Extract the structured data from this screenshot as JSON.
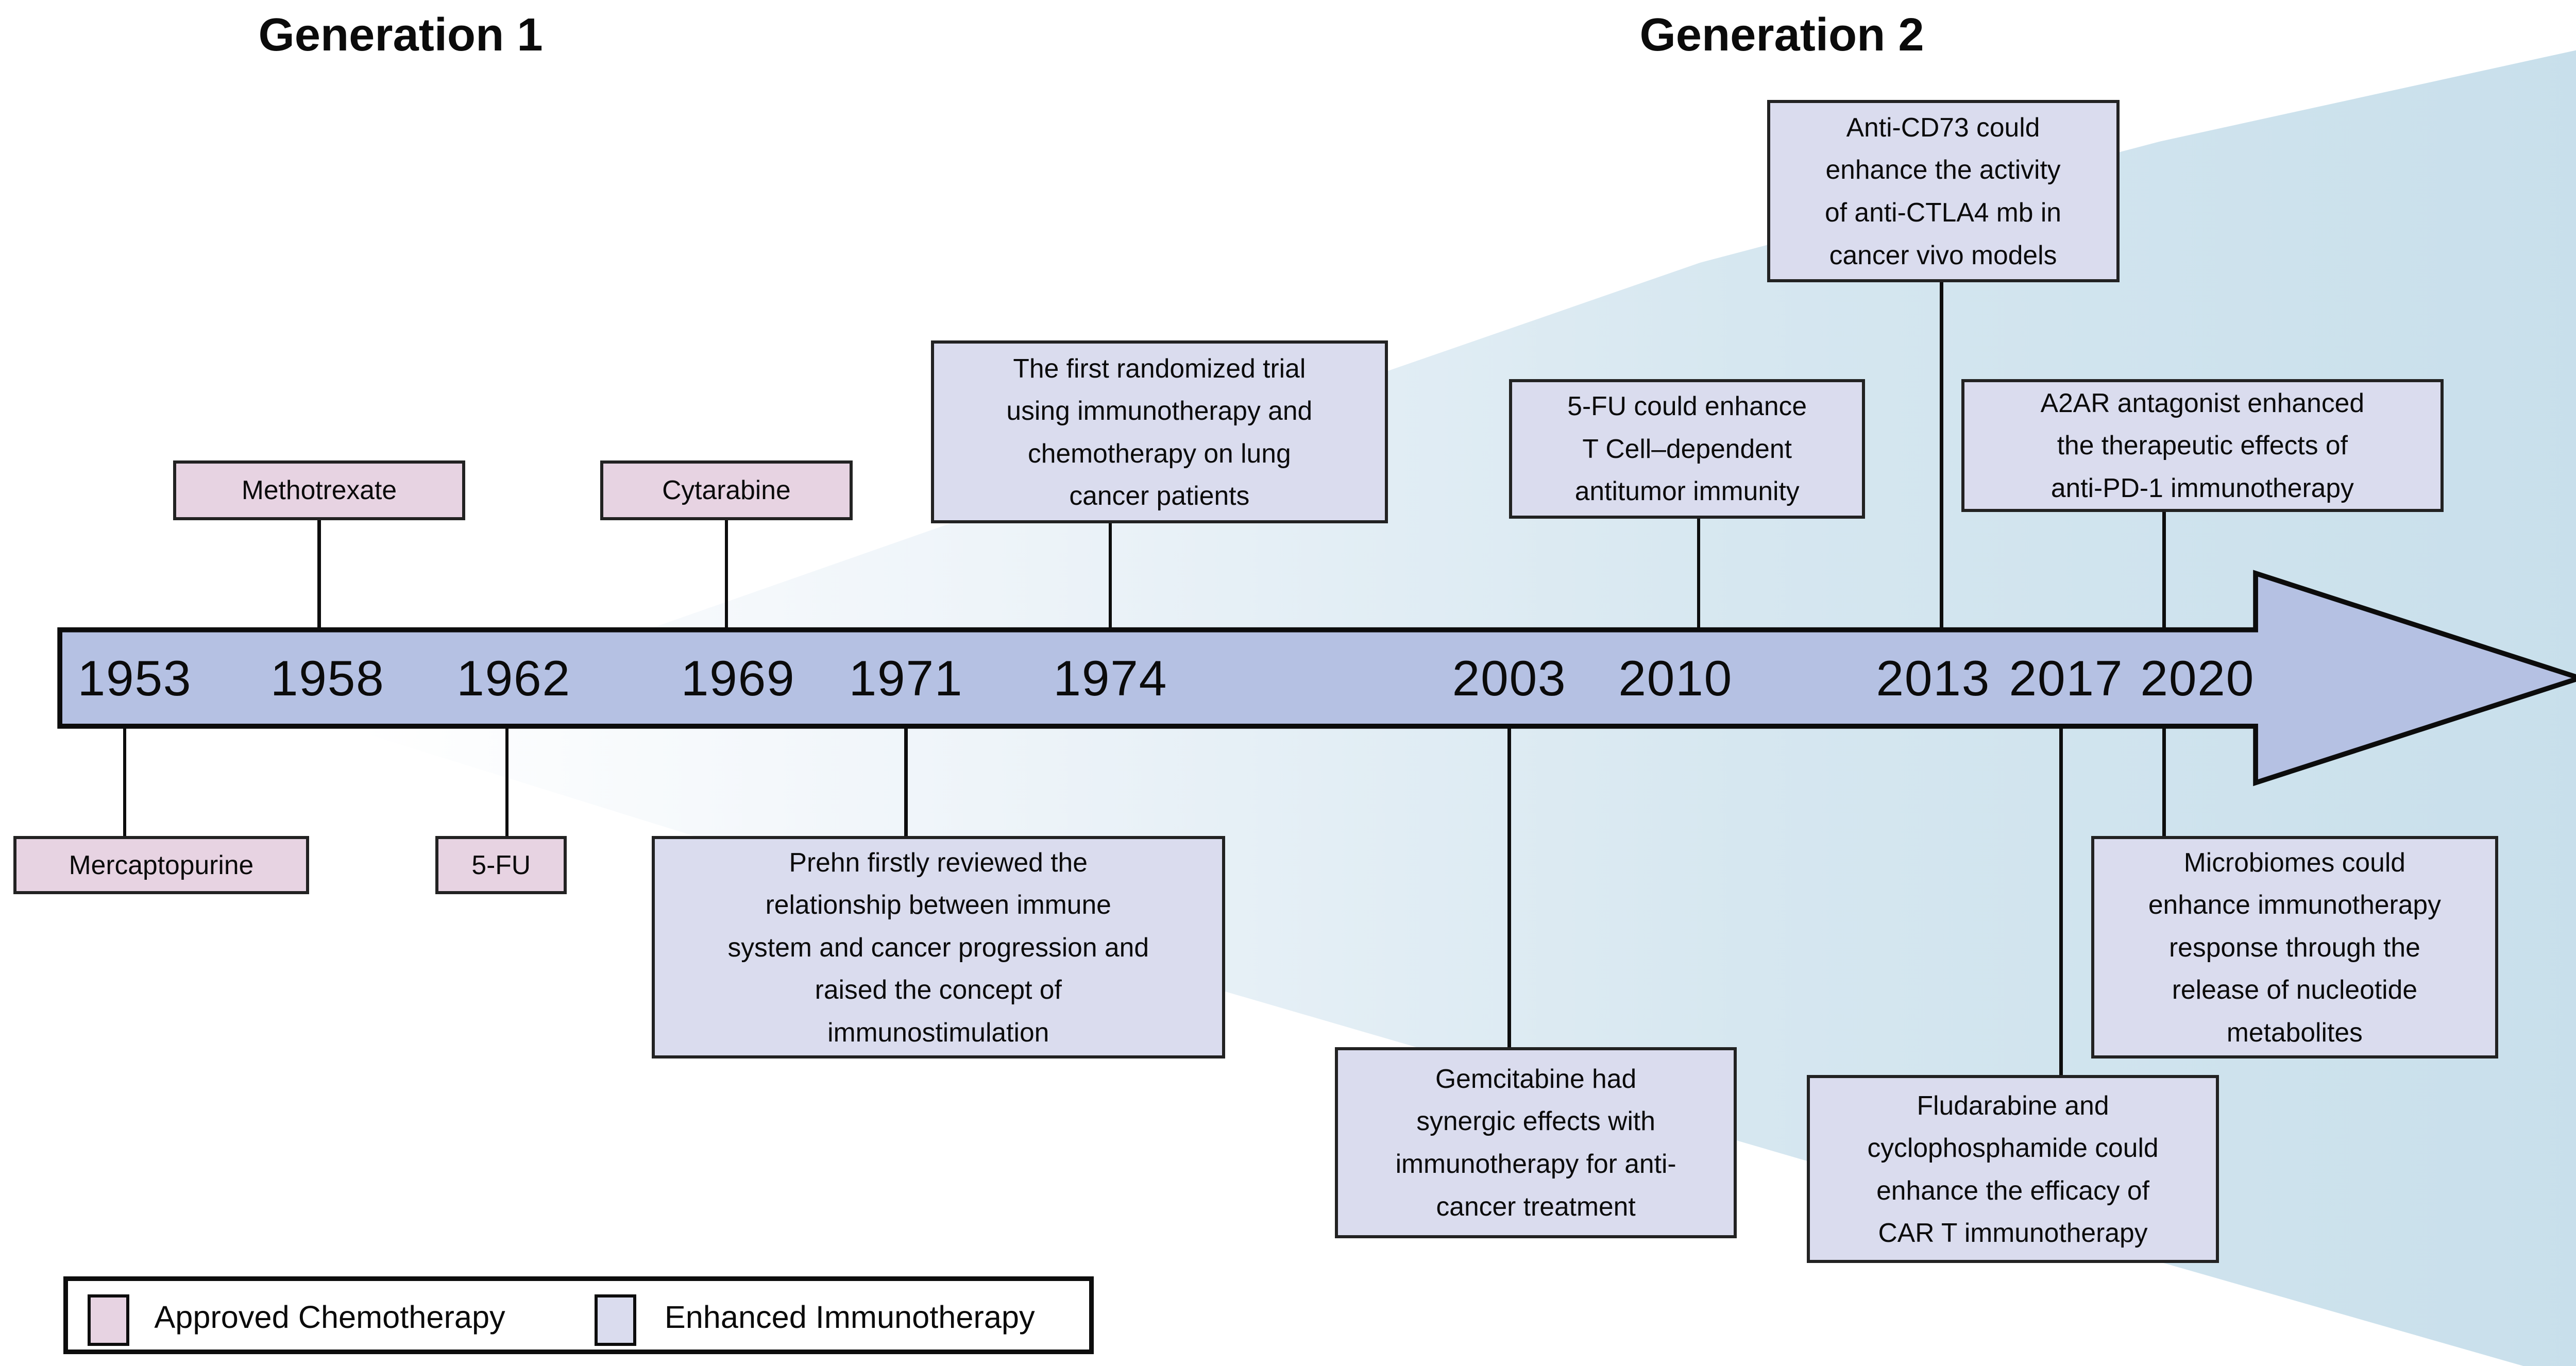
{
  "titles": {
    "generation1": "Generation 1",
    "generation2": "Generation 2"
  },
  "timeline": {
    "years": [
      "1953",
      "1958",
      "1962",
      "1969",
      "1971",
      "1974",
      "2003",
      "2010",
      "2013",
      "2017",
      "2020"
    ]
  },
  "events": {
    "mercaptopurine": {
      "year": "1953",
      "category": "Approved Chemotherapy",
      "label": "Mercaptopurine"
    },
    "methotrexate": {
      "year": "1958",
      "category": "Approved Chemotherapy",
      "label": "Methotrexate"
    },
    "fu_1962": {
      "year": "1962",
      "category": "Approved Chemotherapy",
      "label": "5-FU"
    },
    "cytarabine": {
      "year": "1969",
      "category": "Approved Chemotherapy",
      "label": "Cytarabine"
    },
    "prehn_1971": {
      "year": "1971",
      "category": "Enhanced Immunotherapy",
      "label": "Prehn firstly reviewed the\nrelationship between immune\nsystem and cancer progression and\nraised the concept of\nimmunostimulation"
    },
    "trial_1974": {
      "year": "1974",
      "category": "Enhanced Immunotherapy",
      "label": "The first randomized trial\nusing immunotherapy and\nchemotherapy on lung\ncancer patients"
    },
    "gemcitabine_2003": {
      "year": "2003",
      "category": "Enhanced Immunotherapy",
      "label": "Gemcitabine had\nsynergic effects with\nimmunotherapy for anti-\ncancer treatment"
    },
    "fu_2010": {
      "year": "2010",
      "category": "Enhanced Immunotherapy",
      "label": "5-FU could enhance\nT Cell–dependent\nantitumor immunity"
    },
    "anti_cd73_2013": {
      "year": "2013",
      "category": "Enhanced Immunotherapy",
      "label": "Anti-CD73 could\nenhance the activity\nof anti-CTLA4 mb in\ncancer vivo models"
    },
    "fludarabine_2017": {
      "year": "2017",
      "category": "Enhanced Immunotherapy",
      "label": "Fludarabine and\ncyclophosphamide could\nenhance the efficacy of\nCAR T immunotherapy"
    },
    "a2ar_2020": {
      "year": "2020",
      "category": "Enhanced Immunotherapy",
      "label": "A2AR antagonist enhanced\nthe therapeutic effects of\nanti-PD-1 immunotherapy"
    },
    "microbiomes_2020": {
      "year": "2020",
      "category": "Enhanced Immunotherapy",
      "label": "Microbiomes could\nenhance immunotherapy\nresponse through the\nrelease of nucleotide\nmetabolites"
    }
  },
  "legend": {
    "approved_chemotherapy": "Approved Chemotherapy",
    "enhanced_immunotherapy": "Enhanced Immunotherapy"
  },
  "colors": {
    "approved_chemotherapy": "#e7d3e2",
    "enhanced_immunotherapy": "#dadcee",
    "timeline_bar": "#b5c1e3",
    "background_wedge": "#c8dfeb"
  }
}
